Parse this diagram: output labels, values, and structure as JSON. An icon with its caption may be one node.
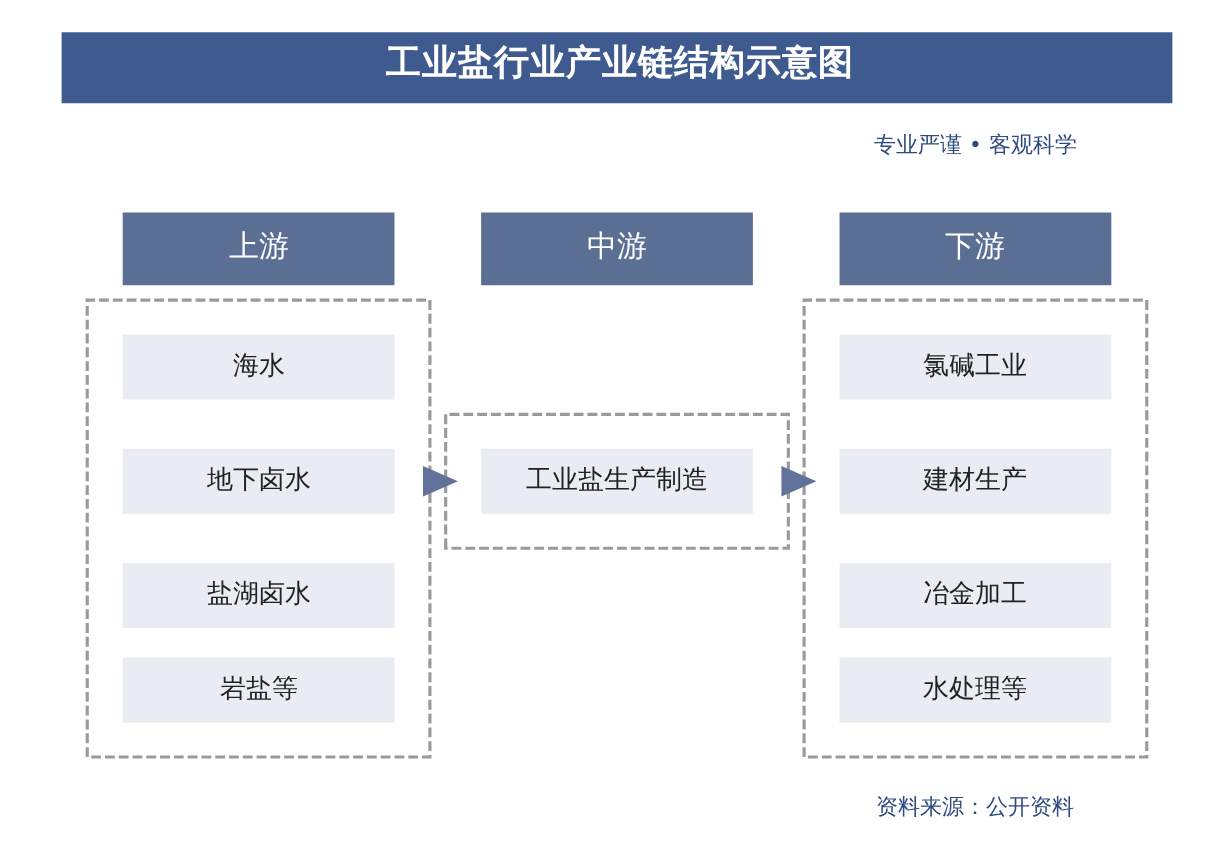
{
  "diagram": {
    "title": "工业盐行业产业链结构示意图",
    "nodes": [
      {
        "text": [
          "上游"
        ]
      },
      {
        "text": [
          "中游"
        ]
      },
      {
        "text": [
          "下游"
        ]
      },
      {
        "text": [],
        "shape": "box"
      },
      {
        "text": [
          "海水"
        ],
        "in": 3
      },
      {
        "text": [
          "地下卤水"
        ],
        "in": 3
      },
      {
        "text": [
          "盐湖卤水"
        ],
        "in": 3
      },
      {
        "text": [
          "岩盐等"
        ],
        "in": 3
      },
      {
        "text": [],
        "shape": "box"
      },
      {
        "text": [
          "工业盐生产制造"
        ],
        "in": 8
      },
      {
        "text": [],
        "shape": "box"
      },
      {
        "text": [
          "氯碱工业"
        ],
        "in": 10
      },
      {
        "text": [
          "建材生产"
        ],
        "in": 10
      },
      {
        "text": [
          "冶金加工"
        ],
        "in": 10
      },
      {
        "text": [
          "水处理等"
        ],
        "in": 10
      }
    ],
    "edges": [
      {
        "from": 3,
        "to": 8,
        "arrow": "to"
      },
      {
        "from": 8,
        "to": 10,
        "arrow": "to"
      }
    ],
    "labels": [
      "专业严谨 • 客观科学",
      "资料来源：公开资料"
    ]
  }
}
